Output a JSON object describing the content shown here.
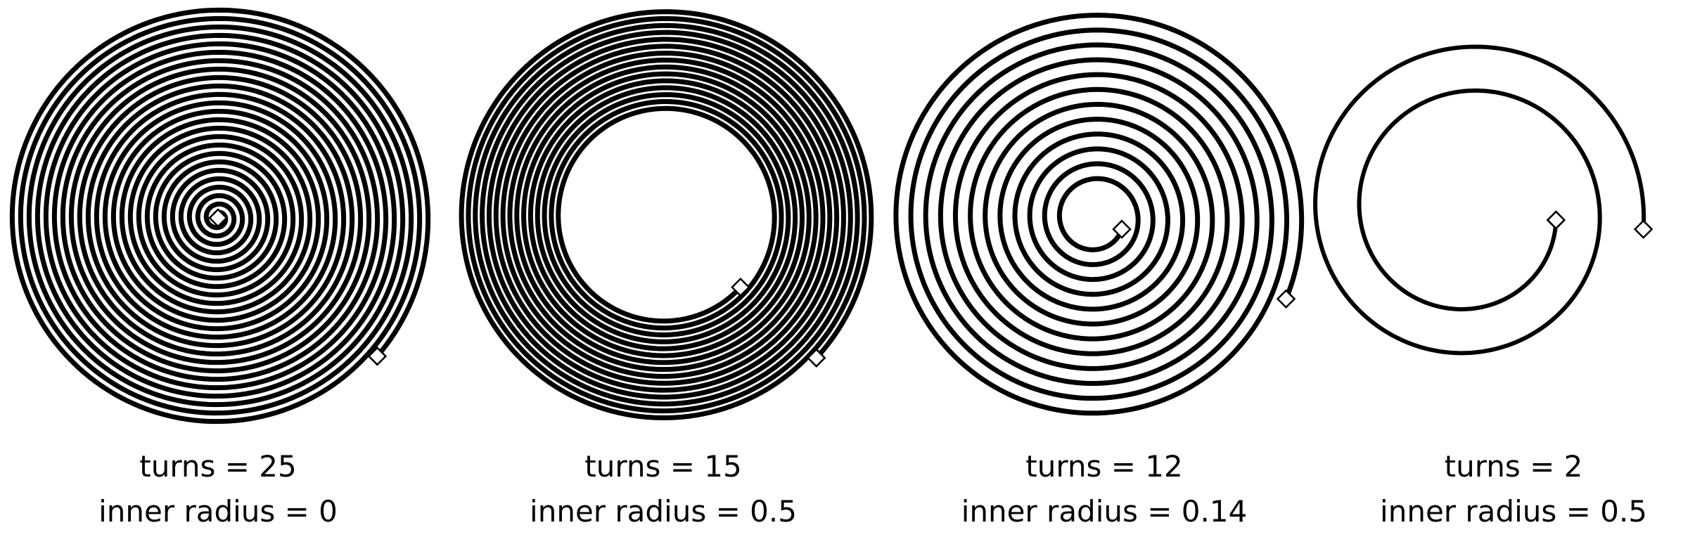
{
  "colors": {
    "stroke": "#000000",
    "background": "#ffffff",
    "marker_fill": "#ffffff"
  },
  "spirals": [
    {
      "turns_text": "turns = 25",
      "radius_text": "inner radius = 0",
      "turns": 25,
      "inner_radius": 0,
      "direction": "clockwise-outward",
      "handle_icons": [
        "diamond-icon",
        "diamond-icon"
      ]
    },
    {
      "turns_text": "turns = 15",
      "radius_text": "inner radius = 0.5",
      "turns": 15,
      "inner_radius": 0.5,
      "direction": "clockwise-outward",
      "handle_icons": [
        "diamond-icon",
        "diamond-icon"
      ]
    },
    {
      "turns_text": "turns = 12",
      "radius_text": "inner radius = 0.14",
      "turns": 12,
      "inner_radius": 0.14,
      "direction": "clockwise-outward",
      "handle_icons": [
        "diamond-icon",
        "diamond-icon"
      ]
    },
    {
      "turns_text": "turns = 2",
      "radius_text": "inner radius = 0.5",
      "turns": 2,
      "inner_radius": 0.5,
      "direction": "clockwise-outward",
      "handle_icons": [
        "diamond-icon",
        "diamond-icon"
      ]
    }
  ]
}
